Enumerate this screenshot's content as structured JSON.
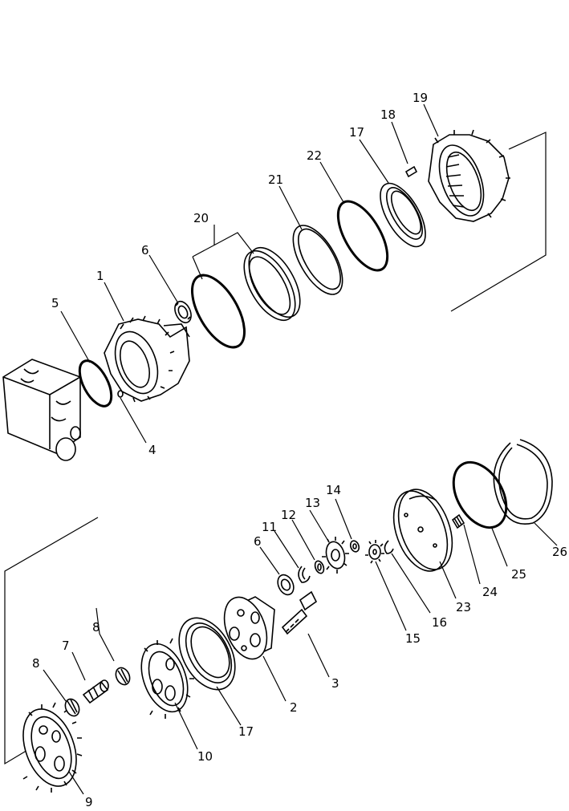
{
  "callouts": {
    "c1": "1",
    "c2": "2",
    "c3": "3",
    "c4": "4",
    "c5": "5",
    "c6a": "6",
    "c6b": "6",
    "c7": "7",
    "c8a": "8",
    "c8b": "8",
    "c9": "9",
    "c10": "10",
    "c11": "11",
    "c12": "12",
    "c13": "13",
    "c14": "14",
    "c15": "15",
    "c16": "16",
    "c17a": "17",
    "c17b": "17",
    "c18": "18",
    "c19": "19",
    "c20": "20",
    "c21": "21",
    "c22": "22",
    "c23": "23",
    "c24": "24",
    "c25": "25",
    "c26": "26"
  }
}
